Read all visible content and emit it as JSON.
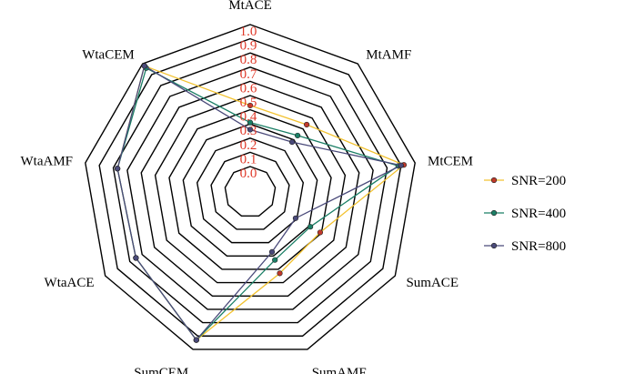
{
  "chart_data": {
    "type": "radar",
    "axes": [
      "MtACE",
      "MtAMF",
      "MtCEM",
      "SumACE",
      "SumAMF",
      "SumCEM",
      "WtaACE",
      "WtaAMF",
      "WtaCEM"
    ],
    "r_ticks": [
      "0.0",
      "0.1",
      "0.2",
      "0.3",
      "0.4",
      "0.5",
      "0.6",
      "0.7",
      "0.8",
      "0.9",
      "1.0"
    ],
    "rlim": [
      0,
      1
    ],
    "legend_position": "right",
    "series": [
      {
        "name": "SNR=200",
        "color": "#f2c230",
        "marker_color": "#c0392b",
        "values": [
          0.43,
          0.44,
          0.92,
          0.39,
          0.43,
          0.93,
          0.75,
          0.77,
          0.98
        ]
      },
      {
        "name": "SNR=400",
        "color": "#1b7f66",
        "marker_color": "#1b7f66",
        "values": [
          0.31,
          0.34,
          0.88,
          0.31,
          0.33,
          0.93,
          0.75,
          0.77,
          0.96
        ]
      },
      {
        "name": "SNR=800",
        "color": "#4a4a7a",
        "marker_color": "#4a4a7a",
        "values": [
          0.26,
          0.28,
          0.9,
          0.19,
          0.27,
          0.93,
          0.75,
          0.77,
          0.98
        ]
      }
    ],
    "tick_color": "#e03a2a"
  }
}
